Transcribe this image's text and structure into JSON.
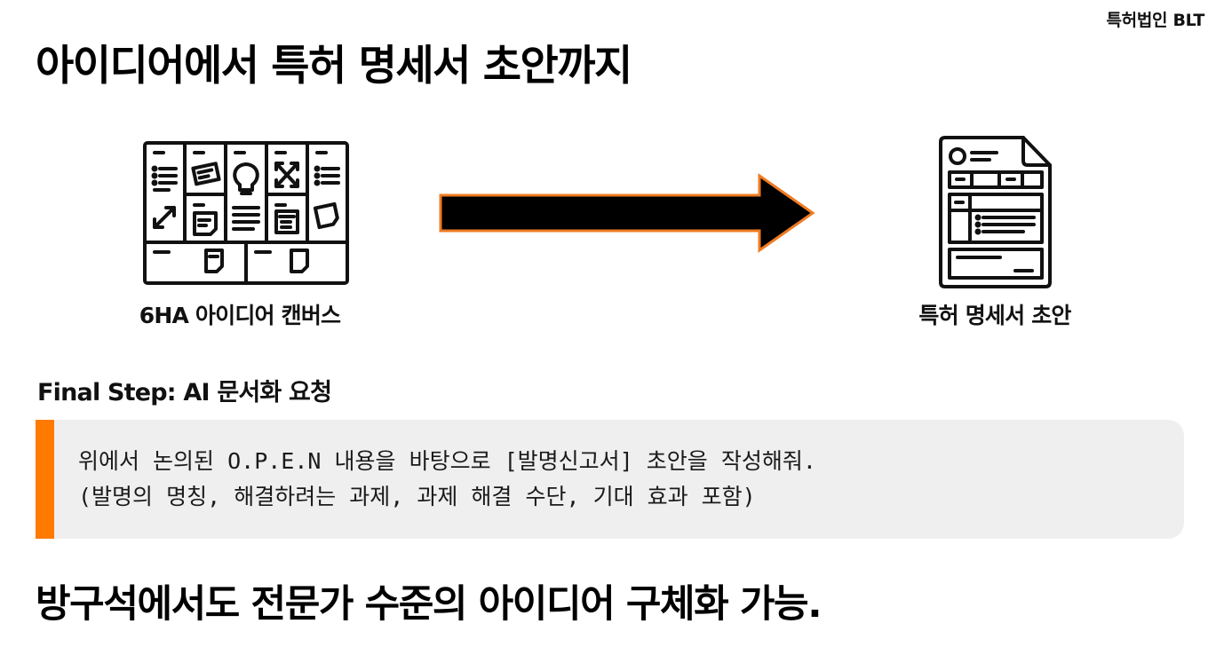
{
  "brand": "특허법인 BLT",
  "title": "아이디어에서 특허 명세서 초안까지",
  "flow": {
    "source": {
      "label": "6HA 아이디어 캔버스",
      "icon": "idea-canvas-icon"
    },
    "arrow": {
      "icon": "right-arrow-icon",
      "fill": "#000000",
      "stroke": "#f07a22"
    },
    "target": {
      "label": "특허 명세서 초안",
      "icon": "patent-document-icon"
    }
  },
  "final_step": {
    "heading": "Final Step: AI 문서화 요청",
    "prompt_lines": [
      "위에서 논의된 O.P.E.N 내용을 바탕으로 [발명신고서] 초안을 작성해줘.",
      "(발명의 명칭, 해결하려는 과제, 과제 해결 수단, 기대 효과 포함)"
    ],
    "accent_color": "#ff7a00",
    "box_color": "#efefef"
  },
  "tagline": "방구석에서도 전문가 수준의 아이디어 구체화 가능."
}
